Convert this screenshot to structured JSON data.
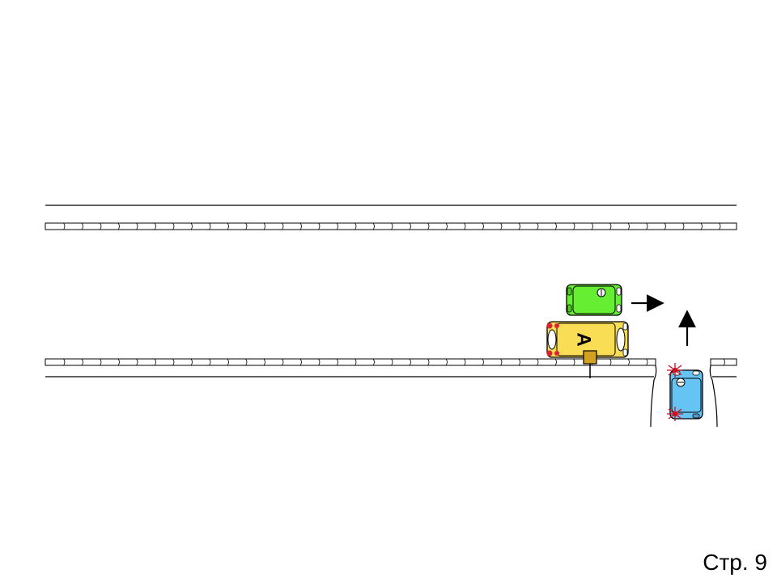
{
  "page": {
    "number_label": "Стр. 9"
  },
  "scene": {
    "colors": {
      "line": "#000000",
      "curb_fill": "#ffffff",
      "car_green": "#66ee33",
      "car_yellow": "#f8dd55",
      "car_blue": "#66c4f4",
      "brake_light": "#dd2233",
      "sign": "#d4a020",
      "arrow": "#000000",
      "flash": "#cc1122"
    },
    "vehicles": [
      {
        "id": "green-car",
        "color_key": "car_green",
        "direction": "right",
        "label": ""
      },
      {
        "id": "yellow-car-a",
        "color_key": "car_yellow",
        "direction": "parked",
        "label": "A"
      },
      {
        "id": "blue-car",
        "color_key": "car_blue",
        "direction": "up",
        "label": ""
      }
    ],
    "arrows": [
      {
        "id": "green-car-arrow",
        "direction": "right"
      },
      {
        "id": "blue-car-arrow",
        "direction": "up"
      }
    ],
    "icons": [
      "road-sign-icon",
      "hazard-light-icon"
    ]
  }
}
